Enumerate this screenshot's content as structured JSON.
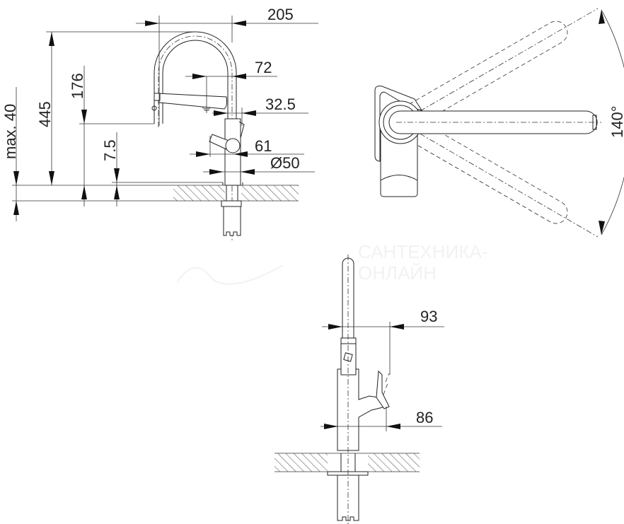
{
  "watermark": {
    "line1": "САНТЕХНИКА-",
    "line2": "ОНЛАЙН"
  },
  "side_view": {
    "dims": {
      "reach": "205",
      "height": "445",
      "spout_height": "176",
      "max_thickness": "max. 40",
      "base_offset": "7.5",
      "spray_offset": "72",
      "aerator": "32.5",
      "handle": "61",
      "base_diameter": "Ø50"
    }
  },
  "top_view": {
    "rotation_angle": "140°"
  },
  "front_view": {
    "dims": {
      "handle_upper": "93",
      "handle_lower": "86"
    }
  },
  "colors": {
    "line": "#222222",
    "background": "#ffffff"
  }
}
